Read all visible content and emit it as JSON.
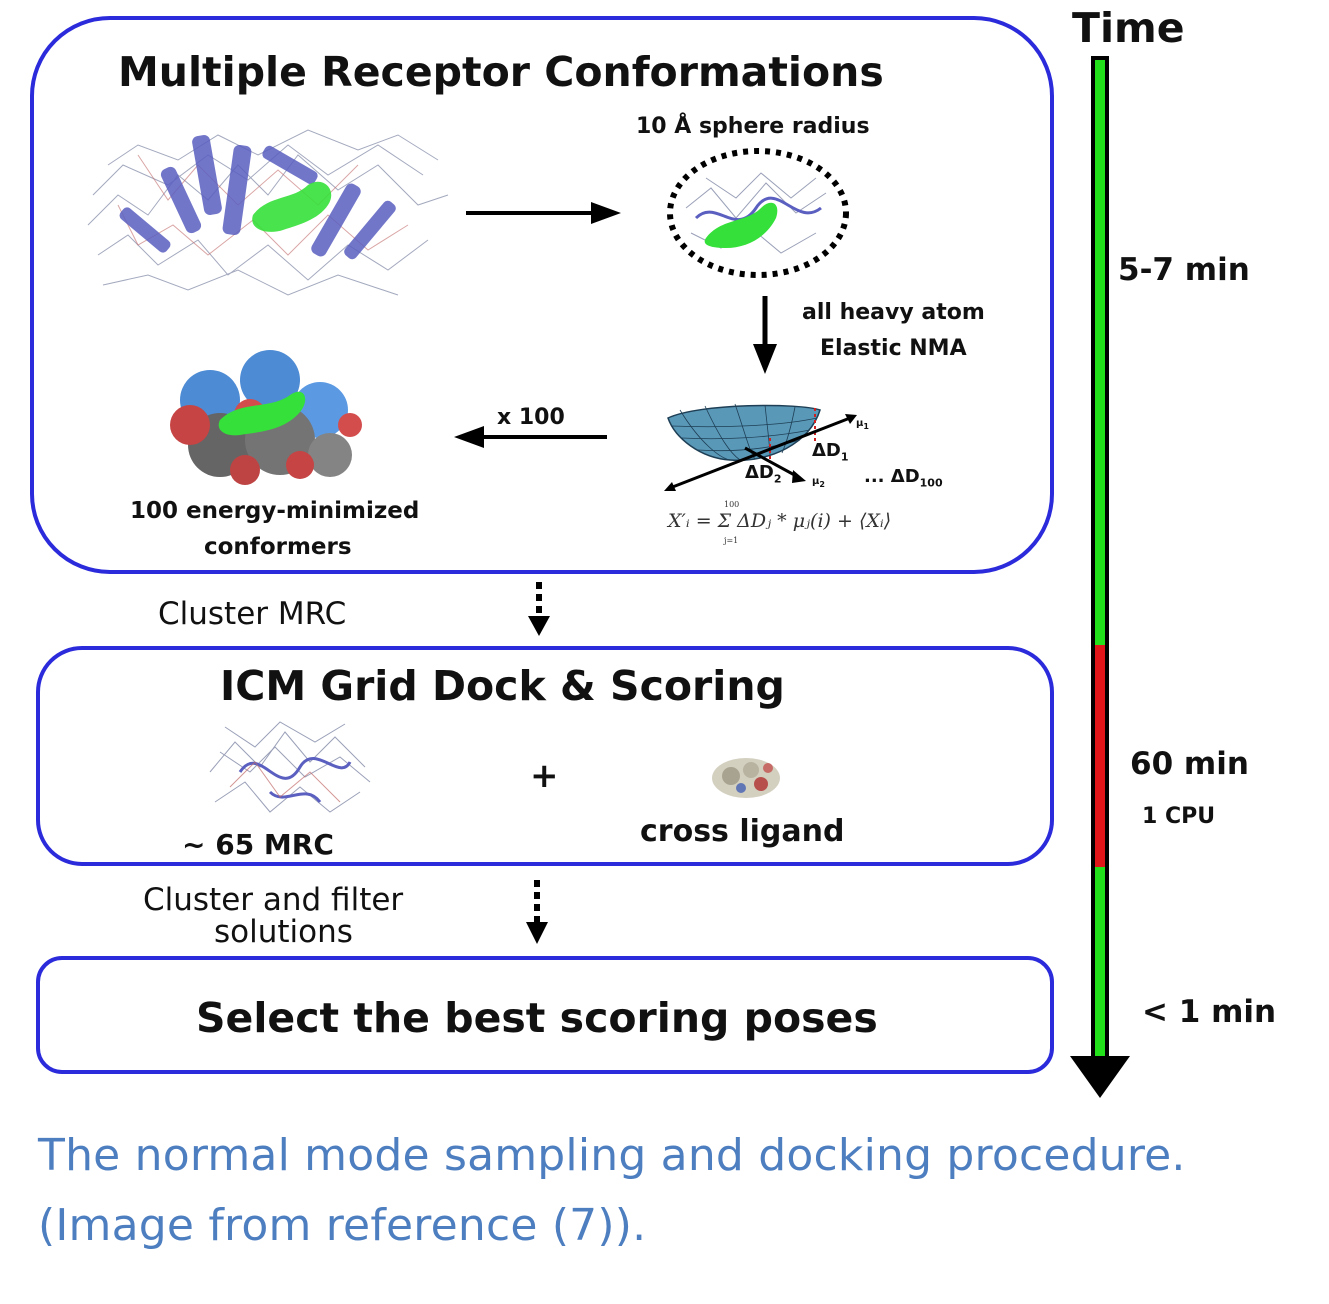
{
  "diagram": {
    "mrc_box": {
      "title": "Multiple Receptor Conformations",
      "sphere_label": "10 Å sphere radius",
      "nma_label_line1": "all heavy atom",
      "nma_label_line2": "Elastic NMA",
      "multiplier_label": "x 100",
      "conformers_line1": "100 energy-minimized",
      "conformers_line2": "conformers",
      "delta1": "ΔD",
      "delta1_sub": "1",
      "delta2": "ΔD",
      "delta2_sub": "2",
      "delta100": "... ΔD",
      "delta100_sub": "100",
      "mu1": "μ",
      "mu1_sub": "1",
      "mu2": "μ",
      "mu2_sub": "2",
      "formula": "X′ᵢ = Σ ΔDⱼ * μⱼ(i) + ⟨Xᵢ⟩",
      "formula_upper": "100",
      "formula_lower": "j=1"
    },
    "step1": {
      "label": "Cluster MRC"
    },
    "dock_box": {
      "title": "ICM Grid Dock & Scoring",
      "receptor_label": "~ 65 MRC",
      "plus": "+",
      "ligand_label": "cross ligand"
    },
    "step2": {
      "label_line1": "Cluster and filter",
      "label_line2": "solutions"
    },
    "select_box": {
      "title": "Select the best scoring poses"
    },
    "timeline": {
      "title": "Time",
      "stage1": "5-7 min",
      "stage2": "60 min",
      "stage2_note": "1 CPU",
      "stage3": "< 1 min",
      "colors": {
        "fast": "#22e01a",
        "slow": "#e0151a",
        "box_border": "#2b2bdc"
      }
    }
  },
  "caption": {
    "line1": "The normal mode sampling and docking procedure.",
    "line2": "(Image from reference (7))."
  }
}
